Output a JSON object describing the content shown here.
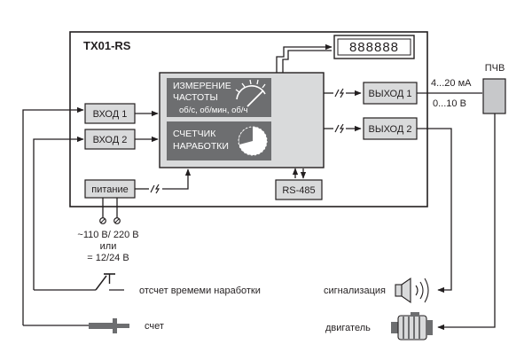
{
  "device": {
    "title": "TX01-RS"
  },
  "display": {
    "digits": "888888"
  },
  "inputs": [
    {
      "label": "ВХОД 1"
    },
    {
      "label": "ВХОД 2"
    }
  ],
  "processing": {
    "frequency": {
      "line1": "ИЗМЕРЕНИЕ",
      "line2": "ЧАСТОТЫ",
      "units": "об/с, об/мин, об/ч"
    },
    "counter": {
      "line1": "СЧЕТЧИК",
      "line2": "НАРАБОТКИ"
    }
  },
  "power": {
    "label": "питание",
    "supply_line1": "~110 В/ 220 В",
    "supply_line2": "или",
    "supply_line3": "= 12/24 В"
  },
  "interface": {
    "label": "RS-485"
  },
  "outputs": [
    {
      "label": "ВЫХОД 1"
    },
    {
      "label": "ВЫХОД 2"
    }
  ],
  "output1_signals": {
    "current": "4...20 мА",
    "voltage": "0...10 В"
  },
  "converter": {
    "label": "ПЧВ"
  },
  "peripherals": {
    "button_label": "отсчет времеми наработки",
    "sensor_label": "счет",
    "alarm_label": "сигнализация",
    "motor_label": "двигатель"
  }
}
